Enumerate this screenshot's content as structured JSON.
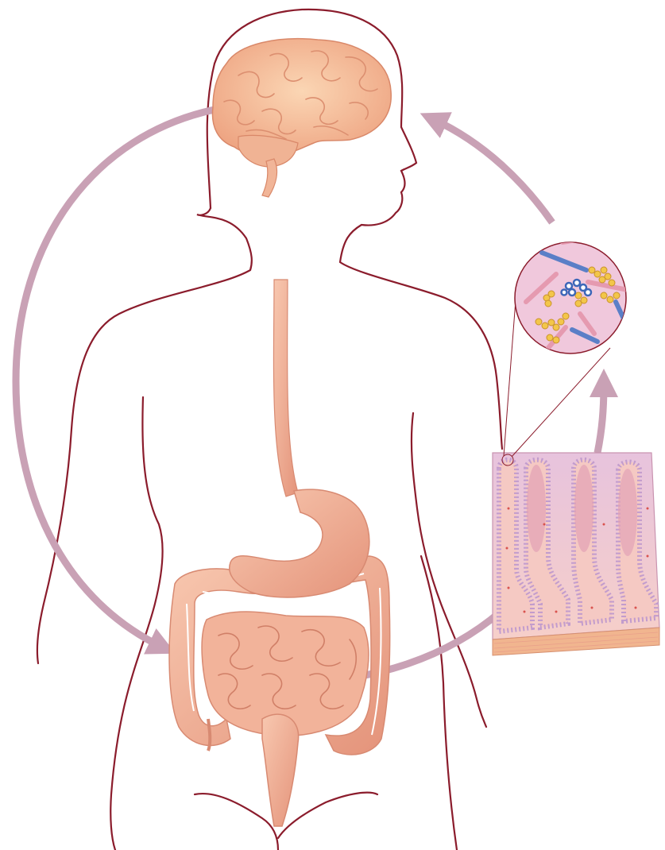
{
  "figure": {
    "type": "gut-brain-axis-illustration",
    "parts": [
      "brain",
      "esophagus",
      "stomach",
      "small-intestine",
      "large-intestine",
      "intestinal-villi-cross-section",
      "gut-microbiota"
    ],
    "colors": {
      "outline": "#8b1c2c",
      "arrow": "#c9a1b5",
      "organ_fill": "#f2b8a0",
      "organ_shade": "#e08e76",
      "brain_fill": "#f8c9a4",
      "tissue_fill": "#f4c6c8",
      "microbe_bg": "#f0c8dc"
    }
  }
}
